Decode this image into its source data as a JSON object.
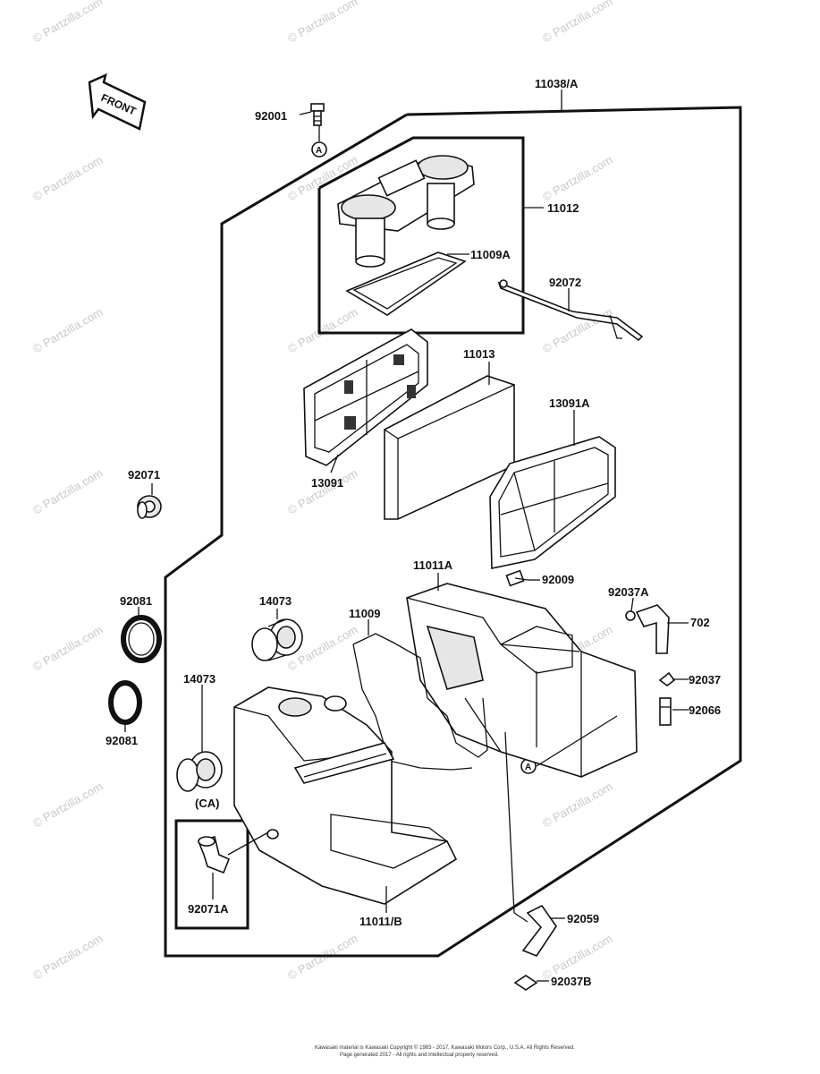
{
  "front_label": "FRONT",
  "circle_marker": "A",
  "group_label_ca": "(CA)",
  "part_labels": [
    "11038/A",
    "92001",
    "11012",
    "11009A",
    "92072",
    "11013",
    "13091A",
    "13091",
    "92071",
    "92009",
    "11011A",
    "92037A",
    "702",
    "92081",
    "14073",
    "11009",
    "14073",
    "92037",
    "92066",
    "92081",
    "(CA)",
    "92071A",
    "11011/B",
    "92059",
    "92037B"
  ],
  "watermark": "© Partzilla.com",
  "copyright_lines": [
    "Kawasaki material is Kawasaki Copyright © 1983 - 2017, Kawasaki Motors Corp., U.S.A. All Rights Reserved.",
    "Page generated 2017 - All rights and intellectual property reserved."
  ]
}
